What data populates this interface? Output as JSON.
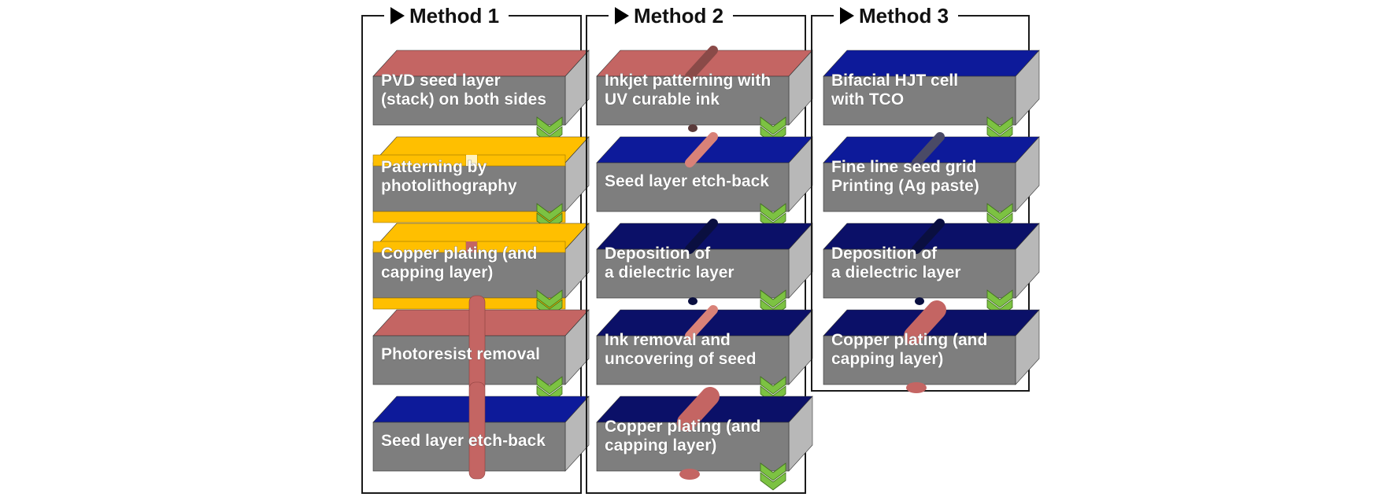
{
  "colors": {
    "frame": "#1a1a1a",
    "side_front": "#7e7e7e",
    "side_right": "#b8b8b8",
    "blue": "#0d1a9a",
    "navy": "#0b1068",
    "red": "#c46563",
    "yellow": "#ffbf00",
    "arrow": "#7cc242"
  },
  "methods": [
    {
      "title": "Method 1",
      "steps": [
        {
          "lines": [
            "PVD seed layer",
            "(stack) on both sides"
          ],
          "top": "red",
          "feature": "none",
          "icon": "chevron-down-icon"
        },
        {
          "lines": [
            "Patterning by",
            "photolithography"
          ],
          "top": "yellow",
          "feature": "resist-split",
          "icon": "chevron-down-icon"
        },
        {
          "lines": [
            "Copper plating (and",
            "capping layer)"
          ],
          "top": "yellow",
          "feature": "resist-plated",
          "icon": "chevron-down-icon"
        },
        {
          "lines": [
            "Photoresist removal"
          ],
          "top": "red",
          "feature": "finger-on-red",
          "icon": "chevron-down-icon"
        },
        {
          "lines": [
            "Seed layer etch-back"
          ],
          "top": "blue",
          "feature": "finger-on-blue",
          "icon": ""
        }
      ]
    },
    {
      "title": "Method 2",
      "steps": [
        {
          "lines": [
            "Inkjet patterning with",
            "UV curable ink"
          ],
          "top": "red",
          "feature": "ink-line",
          "icon": "chevron-down-icon"
        },
        {
          "lines": [
            "Seed layer etch-back"
          ],
          "top": "blue",
          "feature": "seed-line",
          "icon": "chevron-down-icon"
        },
        {
          "lines": [
            "Deposition of",
            "a dielectric layer"
          ],
          "top": "navy",
          "feature": "covered-line",
          "icon": "chevron-down-icon"
        },
        {
          "lines": [
            "Ink removal and",
            "uncovering of seed"
          ],
          "top": "navy",
          "feature": "seed-line",
          "icon": "chevron-down-icon"
        },
        {
          "lines": [
            "Copper plating (and",
            "capping layer)"
          ],
          "top": "navy",
          "feature": "plated-line",
          "icon": "chevron-down-icon"
        }
      ]
    },
    {
      "title": "Method 3",
      "steps": [
        {
          "lines": [
            "Bifacial HJT cell",
            "with TCO"
          ],
          "top": "blue",
          "feature": "none",
          "icon": "chevron-down-icon"
        },
        {
          "lines": [
            "Fine line seed grid",
            "Printing (Ag paste)"
          ],
          "top": "blue",
          "feature": "printed-line",
          "icon": "chevron-down-icon"
        },
        {
          "lines": [
            "Deposition of",
            "a dielectric layer"
          ],
          "top": "navy",
          "feature": "covered-line",
          "icon": "chevron-down-icon"
        },
        {
          "lines": [
            "Copper plating (and",
            "capping layer)"
          ],
          "top": "navy",
          "feature": "plated-line",
          "icon": ""
        }
      ]
    }
  ]
}
